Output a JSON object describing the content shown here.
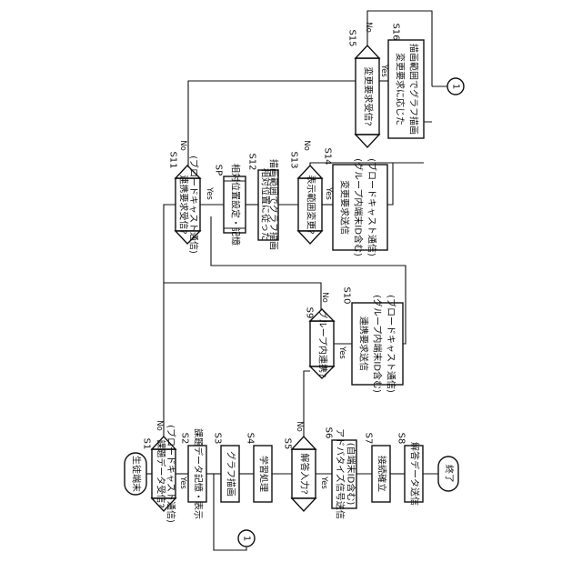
{
  "nodes": {
    "start": "生徒端末",
    "s1": [
      "課題データ受信?",
      "(ブロードキャスト通信)"
    ],
    "s2": "課題データ記憶・表示",
    "s3": "グラフ描画",
    "s4": "学習処理",
    "s5": "解答入力?",
    "s6": [
      "アドバタイズ信号送信",
      "(自端末ID含む)"
    ],
    "s7": "接続確立",
    "s8": "解答データ送信",
    "end": "終了",
    "s9": "グループ内連携?",
    "s10": [
      "連携要求送信",
      "(グループ内端末ID含む)",
      "(ブロードキャスト通信)"
    ],
    "s11": [
      "連携要求受信?",
      "(ブロードキャスト通信)"
    ],
    "sp": "相対位置設定・記憶",
    "s12": [
      "相対位置に従った",
      "描画範囲でグラフ描画"
    ],
    "s13": "表示範囲変更?",
    "s14": [
      "変更要求送信",
      "(グループ内端末ID含む)",
      "(ブロードキャスト通信)"
    ],
    "s15": "変更要求受信?",
    "s16": [
      "変更要求に応じた",
      "描画範囲でグラフ描画"
    ],
    "connector": "1"
  },
  "step_labels": {
    "s1": "S1",
    "s2": "S2",
    "s3": "S3",
    "s4": "S4",
    "s5": "S5",
    "s6": "S6",
    "s7": "S7",
    "s8": "S8",
    "s9": "S9",
    "s10": "S10",
    "s11": "S11",
    "sp": "SP",
    "s12": "S12",
    "s13": "S13",
    "s14": "S14",
    "s15": "S15",
    "s16": "S16"
  },
  "branch_labels": {
    "yes": "Yes",
    "no": "No"
  }
}
